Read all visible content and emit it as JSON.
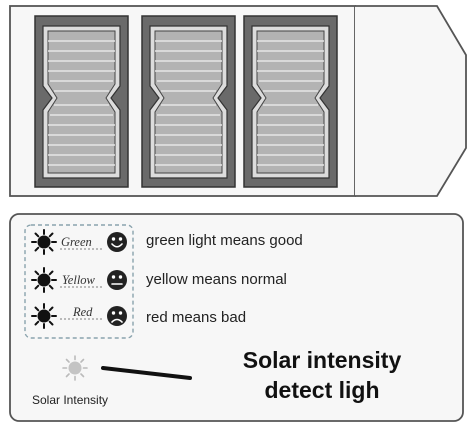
{
  "legend": {
    "green": {
      "word": "Green",
      "meaning": "green light means good"
    },
    "yellow": {
      "word": "Yellow",
      "meaning": "yellow means normal"
    },
    "red": {
      "word": "Red",
      "meaning": "red means bad"
    }
  },
  "sensor": {
    "label": "Solar Intensity",
    "title_line1": "Solar intensity",
    "title_line2": "detect ligh"
  },
  "icons": [
    "sun-icon",
    "smiley-icon",
    "neutral-face-icon",
    "sad-face-icon",
    "solar-panel-icon",
    "light-sensor-icon"
  ]
}
